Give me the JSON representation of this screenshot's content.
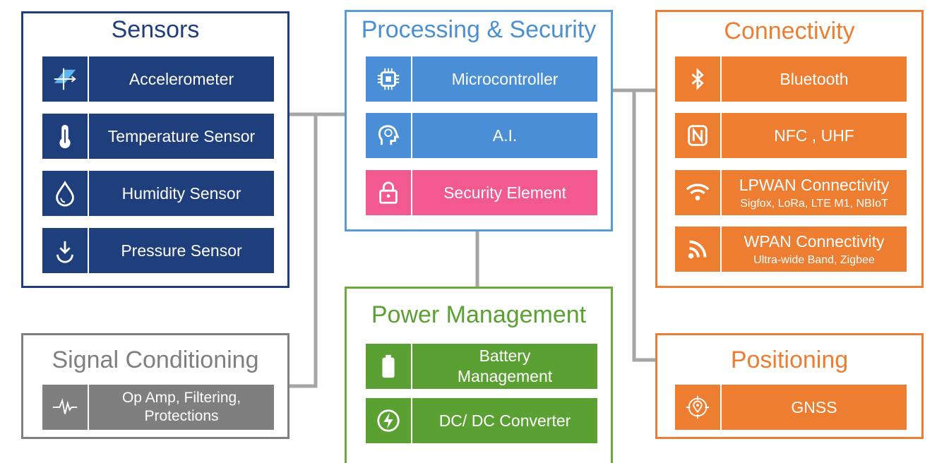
{
  "colors": {
    "sensors": "#1f3f7c",
    "signal": "#7f7f7f",
    "processing": "#4a8fd6",
    "security": "#f25a8f",
    "power": "#5aa032",
    "connectivity": "#ed7d31",
    "connector": "#a6a6a6"
  },
  "sensors": {
    "title": "Sensors",
    "items": [
      {
        "label": "Accelerometer",
        "icon": "accelerometer-icon"
      },
      {
        "label": "Temperature Sensor",
        "icon": "thermometer-icon"
      },
      {
        "label": "Humidity Sensor",
        "icon": "droplet-icon"
      },
      {
        "label": "Pressure Sensor",
        "icon": "pressure-down-icon"
      }
    ]
  },
  "signal": {
    "title": "Signal Conditioning",
    "items": [
      {
        "label": "Op Amp, Filtering, Protections",
        "icon": "waveform-icon"
      }
    ]
  },
  "processing": {
    "title": "Processing & Security",
    "items": [
      {
        "label": "Microcontroller",
        "icon": "chip-icon"
      },
      {
        "label": "A.I.",
        "icon": "ai-head-icon"
      },
      {
        "label": "Security Element",
        "icon": "lock-icon"
      }
    ]
  },
  "power": {
    "title": "Power Management",
    "items": [
      {
        "label": "Battery Management",
        "icon": "battery-icon"
      },
      {
        "label": "DC/ DC Converter",
        "icon": "lightning-icon"
      }
    ]
  },
  "connectivity": {
    "title": "Connectivity",
    "items": [
      {
        "label": "Bluetooth",
        "sub": "",
        "icon": "bluetooth-icon"
      },
      {
        "label": "NFC , UHF",
        "sub": "",
        "icon": "nfc-icon"
      },
      {
        "label": "LPWAN Connectivity",
        "sub": "Sigfox, LoRa, LTE M1, NBIoT",
        "icon": "wifi-icon"
      },
      {
        "label": "WPAN Connectivity",
        "sub": "Ultra-wide Band, Zigbee",
        "icon": "rss-icon"
      }
    ]
  },
  "positioning": {
    "title": "Positioning",
    "items": [
      {
        "label": "GNSS",
        "icon": "location-target-icon"
      }
    ]
  }
}
